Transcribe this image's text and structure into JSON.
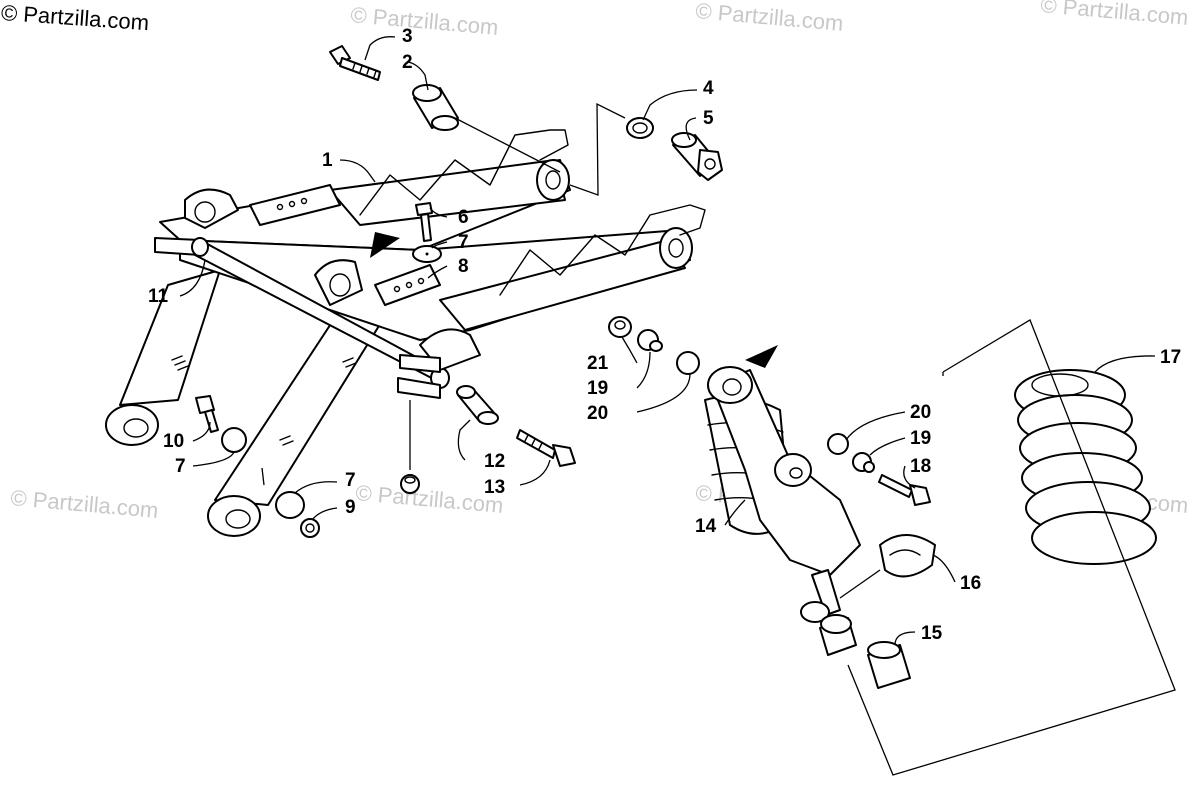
{
  "watermark": "© Partzilla.com",
  "callouts": {
    "c1": "1",
    "c2": "2",
    "c3": "3",
    "c4": "4",
    "c5": "5",
    "c6": "6",
    "c7a": "7",
    "c7b": "7",
    "c7c": "7",
    "c8": "8",
    "c9": "9",
    "c10": "10",
    "c11": "11",
    "c12": "12",
    "c13": "13",
    "c14": "14",
    "c15": "15",
    "c16": "16",
    "c17": "17",
    "c18": "18",
    "c19a": "19",
    "c19b": "19",
    "c20a": "20",
    "c20b": "20",
    "c21": "21"
  },
  "colors": {
    "line": "#000000",
    "background": "#ffffff",
    "watermark": "#c8c8c8"
  }
}
